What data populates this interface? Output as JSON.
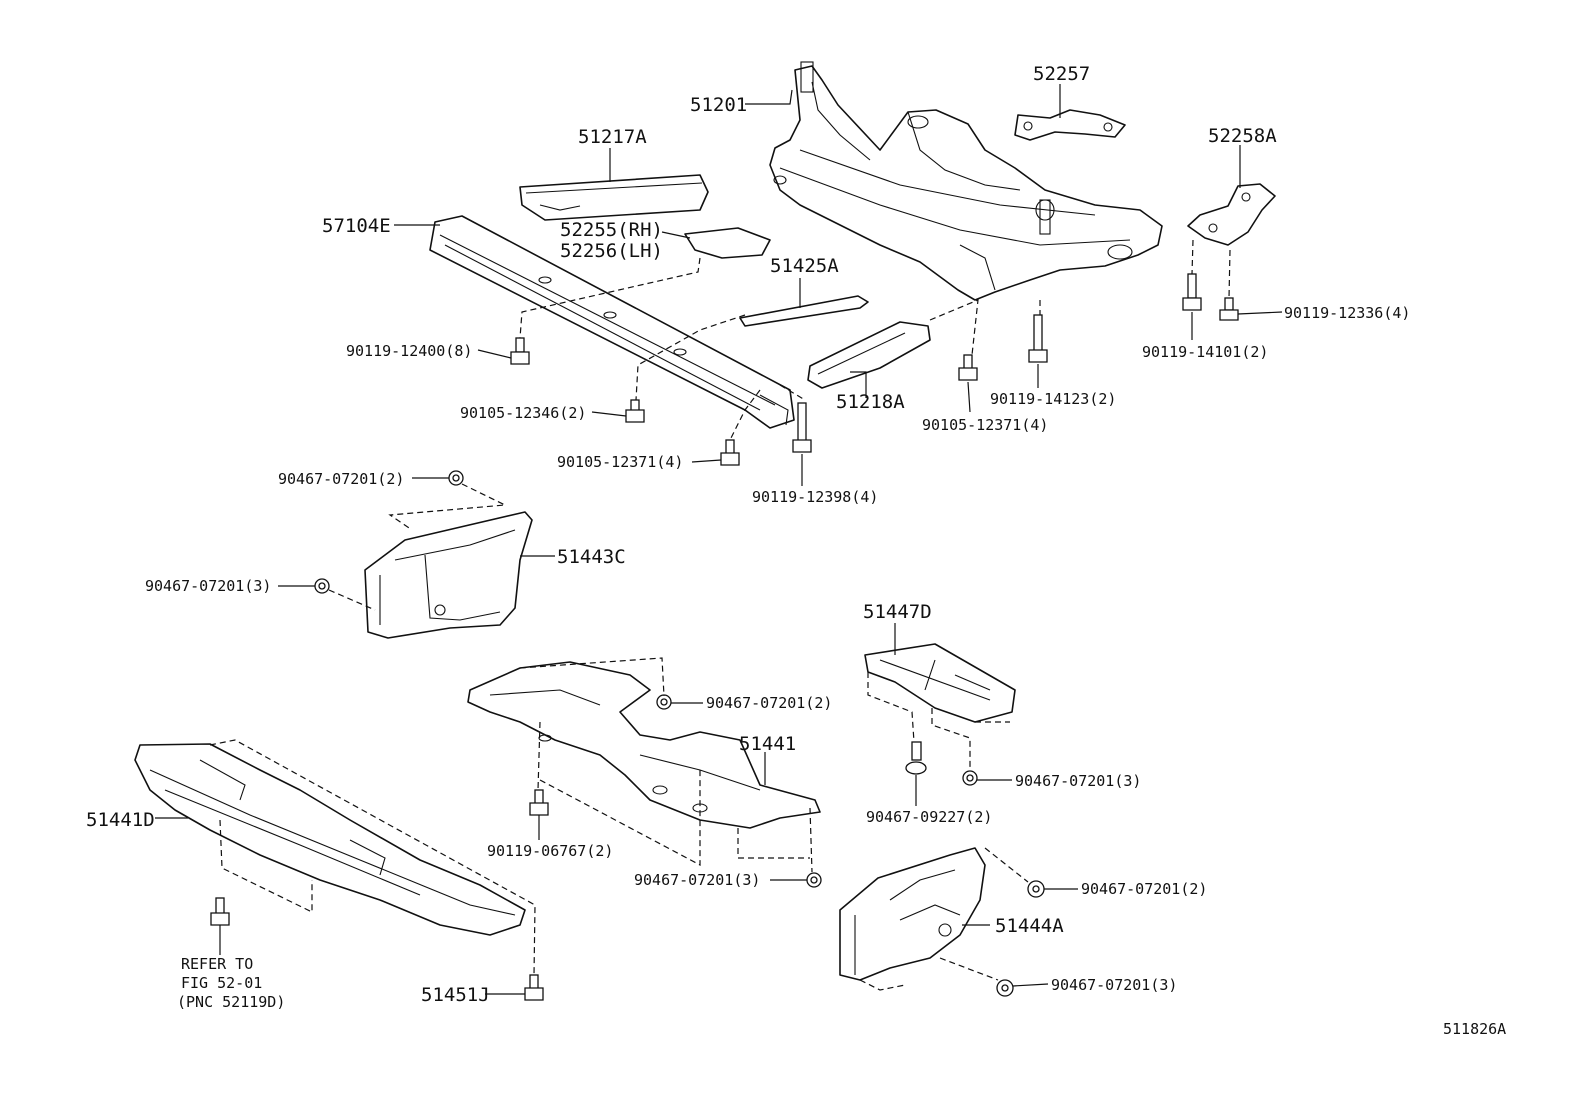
{
  "callouts": {
    "p51201": "51201",
    "p52257": "52257",
    "p52258A": "52258A",
    "p51217A": "51217A",
    "p57104E": "57104E",
    "p52255": "52255(RH)",
    "p52256": "52256(LH)",
    "p51425A": "51425A",
    "p51218A": "51218A",
    "p51443C": "51443C",
    "p51447D": "51447D",
    "p51441": "51441",
    "p51441D": "51441D",
    "p51444A": "51444A",
    "p51451J": "51451J",
    "f90119_12336": "90119-12336(4)",
    "f90119_14101": "90119-14101(2)",
    "f90119_12400": "90119-12400(8)",
    "f90119_14123": "90119-14123(2)",
    "f90105_12371_4a": "90105-12371(4)",
    "f90105_12346": "90105-12346(2)",
    "f90105_12371_4b": "90105-12371(4)",
    "f90119_12398": "90119-12398(4)",
    "f90467_07201_2a": "90467-07201(2)",
    "f90467_07201_3a": "90467-07201(3)",
    "f90467_07201_2b": "90467-07201(2)",
    "f90467_07201_3b": "90467-07201(3)",
    "f90467_09227": "90467-09227(2)",
    "f90119_06767": "90119-06767(2)",
    "f90467_07201_3c": "90467-07201(3)",
    "f90467_07201_2c": "90467-07201(2)",
    "f90467_07201_3d": "90467-07201(3)"
  },
  "refer_note": {
    "line1": "REFER TO",
    "line2": "FIG 52-01",
    "line3": "(PNC 52119D)"
  },
  "figure_id": "511826A"
}
